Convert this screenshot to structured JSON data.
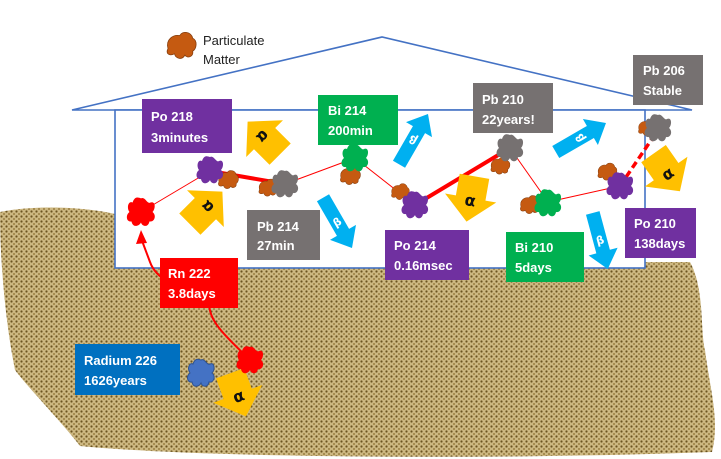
{
  "legend": {
    "label_line1": "Particulate",
    "label_line2": "Matter",
    "icon": "particulate-matter-icon"
  },
  "colors": {
    "radon": "#ff0000",
    "polonium": "#7030a0",
    "lead": "#767171",
    "bismuth": "#00b050",
    "radium": "#0070c0",
    "particulate": "#c55a11",
    "alpha": "#ffc000",
    "beta": "#00b0f0",
    "house_outline": "#4472c4",
    "ground": "#c9b27a"
  },
  "symbols": {
    "alpha": "α",
    "beta": "β"
  },
  "nuclides": {
    "radium226": {
      "line1": "Radium 226",
      "line2": "1626years"
    },
    "rn222": {
      "line1": "Rn 222",
      "line2": "3.8days"
    },
    "po218": {
      "line1": "Po 218",
      "line2": "3minutes"
    },
    "pb214": {
      "line1": "Pb 214",
      "line2": "27min"
    },
    "bi214": {
      "line1": "Bi 214",
      "line2": "200min"
    },
    "po214": {
      "line1": "Po 214",
      "line2": "0.16msec"
    },
    "pb210": {
      "line1": "Pb 210",
      "line2": "22years!"
    },
    "bi210": {
      "line1": "Bi 210",
      "line2": "5days"
    },
    "po210": {
      "line1": "Po 210",
      "line2": "138days"
    },
    "pb206": {
      "line1": "Pb 206",
      "line2": "Stable"
    }
  }
}
